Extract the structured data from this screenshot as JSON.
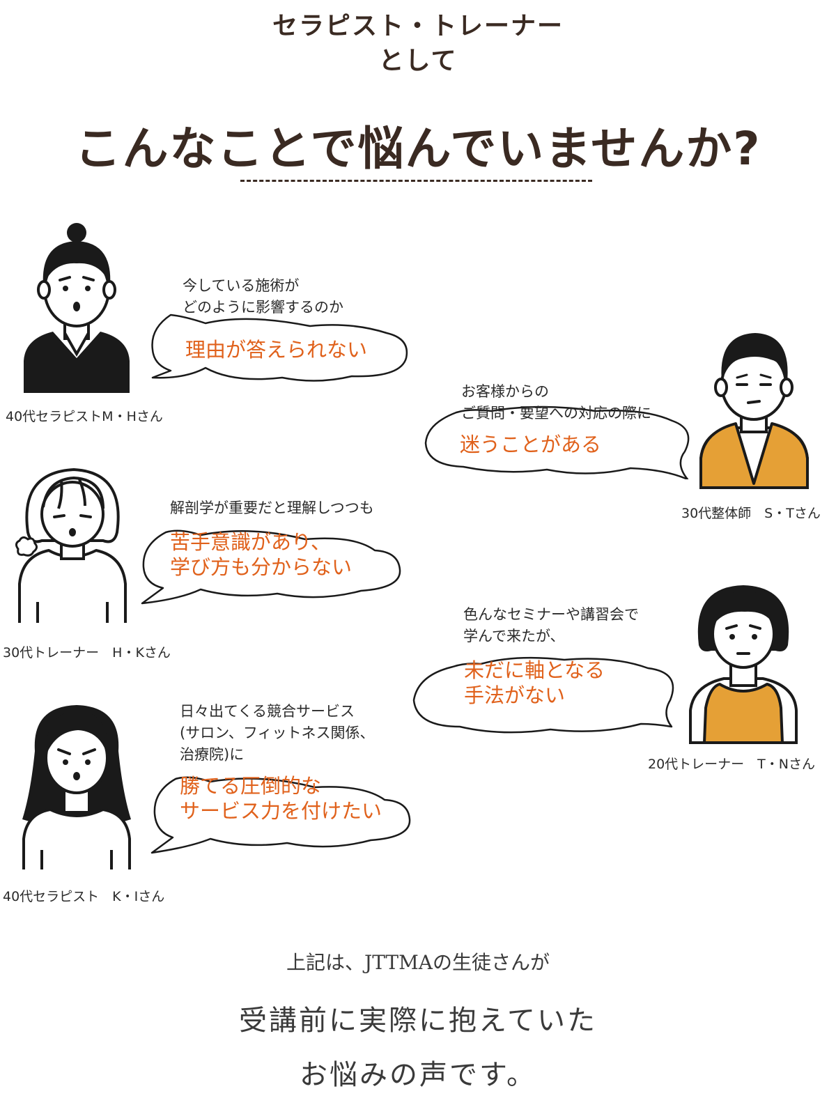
{
  "header": {
    "subtitle_line1": "セラピスト・トレーナー",
    "subtitle_line2": "として",
    "title": "こんなことで悩んでいませんか?"
  },
  "colors": {
    "accent_orange": "#e0611b",
    "vest_orange": "#e5a036",
    "ink": "#1a1a1a"
  },
  "testimonials": [
    {
      "caption": "40代セラピストM・Hさん",
      "lead": "今している施術が\nどのように影響するのか",
      "highlight": "理由が答えられない"
    },
    {
      "caption": "30代整体師　S・Tさん",
      "lead": "お客様からの\nご質問・要望への対応の際に",
      "highlight": "迷うことがある"
    },
    {
      "caption": "30代トレーナー　H・Kさん",
      "lead": "解剖学が重要だと理解しつつも",
      "highlight": "苦手意識があり、\n学び方も分からない"
    },
    {
      "caption": "20代トレーナー　T・Nさん",
      "lead": "色んなセミナーや講習会で\n学んで来たが、",
      "highlight": "未だに軸となる\n手法がない"
    },
    {
      "caption": "40代セラピスト　K・Iさん",
      "lead": "日々出てくる競合サービス\n(サロン、フィットネス関係、\n治療院)に",
      "highlight": "勝てる圧倒的な\nサービス力を付けたい"
    }
  ],
  "footer": {
    "line1": "上記は、JTTMAの生徒さんが",
    "line2": "受講前に実際に抱えていた",
    "line3": "お悩みの声です。"
  }
}
